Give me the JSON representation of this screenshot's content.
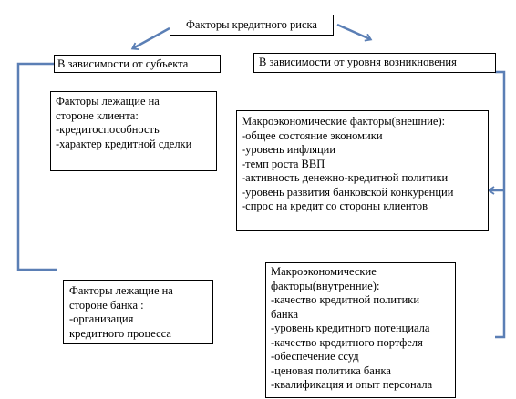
{
  "root": {
    "title": "Факторы кредитного риска"
  },
  "branches": {
    "subject": "В зависимости от субъекта",
    "level": "В зависимости от уровня возникновения"
  },
  "client_factors": {
    "lines": [
      "Факторы лежащие на",
      "стороне клиента:",
      "-кредитоспособность",
      "-характер кредитной сделки"
    ]
  },
  "bank_factors": {
    "lines": [
      "Факторы лежащие на",
      "стороне банка :",
      "-организация",
      "кредитного процесса"
    ]
  },
  "macro_external": {
    "lines": [
      "Макроэкономические факторы(внешние):",
      "-общее состояние экономики",
      "-уровень инфляции",
      "-темп роста ВВП",
      "-активность денежно-кредитной политики",
      "-уровень развития банковской конкуренции",
      "-спрос на кредит со стороны клиентов"
    ]
  },
  "macro_internal": {
    "lines": [
      "Макроэкономические",
      "факторы(внутренние):",
      "-качество кредитной политики",
      "банка",
      "-уровень кредитного потенциала",
      "-качество кредитного портфеля",
      "-обеспечение ссуд",
      "-ценовая политика банка",
      "-квалификация и опыт персонала"
    ]
  },
  "colors": {
    "arrow": "#5b7fb5",
    "border": "#000000"
  }
}
